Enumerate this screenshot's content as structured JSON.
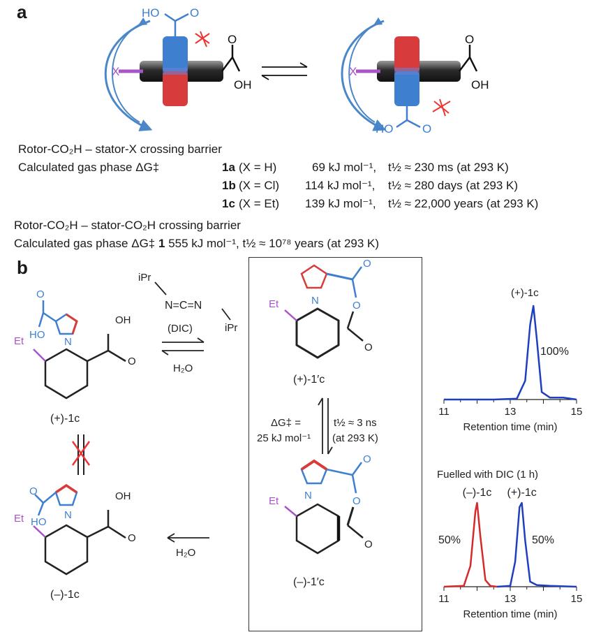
{
  "panel_a": {
    "label": "a",
    "hetero_labels": {
      "ho": "HO",
      "oh": "OH",
      "o": "O",
      "x": "X"
    },
    "rotor_stator": {
      "title": "Rotor-CO₂H – stator-X crossing barrier",
      "calc_prefix": "Calculated gas phase ΔG‡",
      "rows": [
        {
          "compound": "1a",
          "cond": "(X = H)",
          "energy": "69 kJ mol⁻¹,",
          "half_life": "t½ ≈ 230 ms (at 293 K)"
        },
        {
          "compound": "1b",
          "cond": "(X = Cl)",
          "energy": "114 kJ mol⁻¹,",
          "half_life": "t½ ≈ 280 days (at 293 K)"
        },
        {
          "compound": "1c",
          "cond": "(X = Et)",
          "energy": "139 kJ mol⁻¹,",
          "half_life": "t½ ≈ 22,000 years (at 293 K)"
        }
      ]
    },
    "rotor_rotor": {
      "title": "Rotor-CO₂H – stator-CO₂H crossing barrier",
      "calc_prefix": "Calculated gas phase ΔG‡",
      "compound": "1",
      "value": "555 kJ mol⁻¹, t½ ≈ 10⁷⁸ years (at 293 K)"
    }
  },
  "panel_b": {
    "label": "b",
    "reagent": {
      "ipr_top": "iPr",
      "carbodiimide": "N=C=N",
      "ipr_bottom": "iPr",
      "name": "(DIC)"
    },
    "water": "H₂O",
    "atoms": {
      "n": "N",
      "o": "O",
      "ho": "HO",
      "oh": "OH",
      "et": "Et"
    },
    "compounds": {
      "plus_acid": "(+)-1c",
      "minus_acid": "(–)-1c",
      "plus_anhydride": "(+)-1′c",
      "minus_anhydride": "(–)-1′c"
    },
    "barrier": {
      "dg_label": "ΔG‡ =",
      "dg_value": "25 kJ mol⁻¹",
      "t_half": "t½ ≈ 3 ns",
      "temp": "(at 293 K)"
    }
  },
  "chart_data": [
    {
      "type": "line",
      "title": "(+)-1c",
      "xlabel": "Retention time (min)",
      "xlim": [
        11,
        15
      ],
      "xticks": [
        11,
        13,
        15
      ],
      "series": [
        {
          "name": "(+)-1c",
          "color": "#1f3fbf",
          "x": [
            11.0,
            12.5,
            13.2,
            13.45,
            13.6,
            13.7,
            13.8,
            13.95,
            14.2,
            14.6,
            15.0
          ],
          "y": [
            0,
            0,
            0.01,
            0.2,
            0.8,
            1.0,
            0.65,
            0.08,
            0.02,
            0.02,
            0
          ]
        }
      ],
      "annotations": [
        {
          "text": "100%"
        }
      ]
    },
    {
      "type": "line",
      "title": "Fuelled with DIC (1 h)",
      "xlabel": "Retention time (min)",
      "xlim": [
        11,
        15
      ],
      "xticks": [
        11,
        13,
        15
      ],
      "series": [
        {
          "name": "(–)-1c",
          "color": "#d42a2a",
          "x": [
            11.0,
            11.6,
            11.8,
            11.95,
            12.0,
            12.1,
            12.25,
            12.4,
            12.6
          ],
          "y": [
            0,
            0.01,
            0.25,
            0.9,
            1.0,
            0.6,
            0.08,
            0.01,
            0
          ]
        },
        {
          "name": "(+)-1c",
          "color": "#1f3fbf",
          "x": [
            12.6,
            13.0,
            13.15,
            13.28,
            13.35,
            13.45,
            13.6,
            13.8,
            14.2,
            15.0
          ],
          "y": [
            0,
            0.01,
            0.3,
            0.95,
            1.0,
            0.55,
            0.06,
            0.02,
            0.01,
            0
          ]
        }
      ],
      "annotations": [
        {
          "text": "50%"
        },
        {
          "text": "50%"
        }
      ]
    }
  ]
}
